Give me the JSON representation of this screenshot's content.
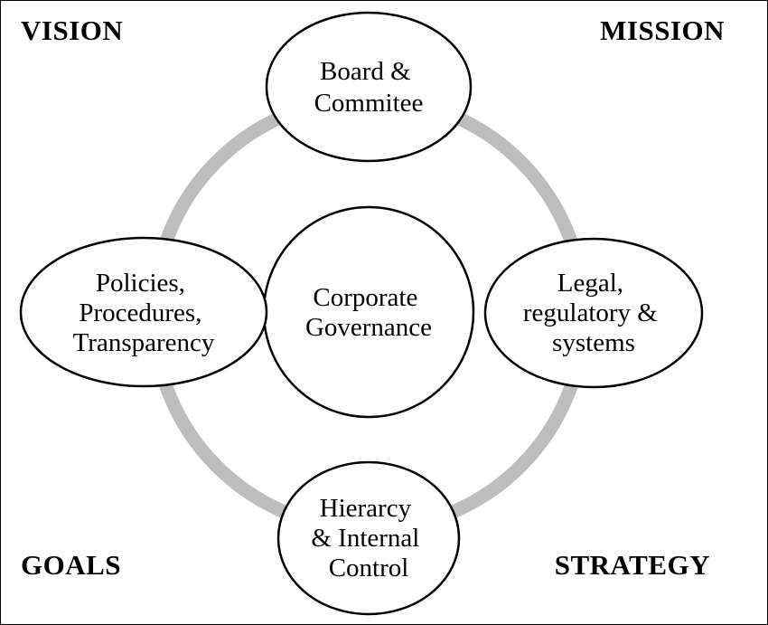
{
  "corners": {
    "top_left": "VISION",
    "top_right": "MISSION",
    "bottom_left": "GOALS",
    "bottom_right": "STRATEGY"
  },
  "center": {
    "lines": [
      "Corporate",
      "Governance"
    ]
  },
  "nodes": {
    "top": {
      "lines": [
        "Board &",
        "Commitee"
      ]
    },
    "right": {
      "lines": [
        "Legal,",
        "regulatory &",
        "systems"
      ]
    },
    "bottom": {
      "lines": [
        "Hierarcy",
        "& Internal",
        "Control"
      ]
    },
    "left": {
      "lines": [
        "Policies,",
        "Procedures,",
        "Transparency"
      ]
    }
  },
  "colors": {
    "ring": "#bdbdbd",
    "stroke": "#000000",
    "fill": "#ffffff"
  }
}
